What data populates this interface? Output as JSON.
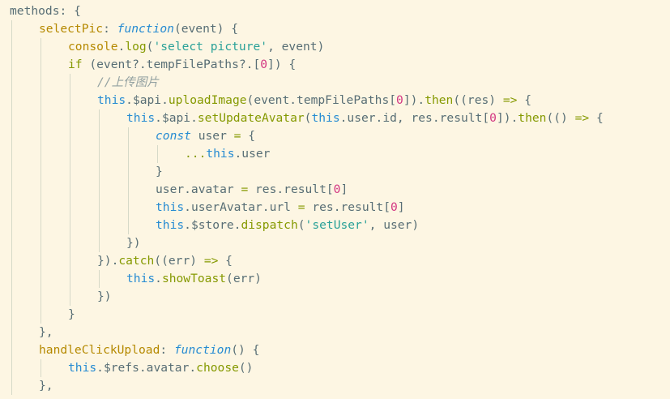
{
  "editor": {
    "colors": {
      "background": "#fdf6e3",
      "plain": "#586e75",
      "property": "#b58900",
      "keyword": "#268bd2",
      "control": "#859900",
      "string": "#2aa198",
      "number": "#d33682",
      "comment": "#93a1a1"
    },
    "lines": [
      {
        "indent": 0,
        "tokens": [
          {
            "t": "methods: {",
            "k": "plain"
          }
        ]
      },
      {
        "indent": 1,
        "tokens": [
          {
            "t": "selectPic",
            "k": "prop"
          },
          {
            "t": ": ",
            "k": "plain"
          },
          {
            "t": "function",
            "k": "keyword"
          },
          {
            "t": "(event) {",
            "k": "plain"
          }
        ]
      },
      {
        "indent": 2,
        "tokens": [
          {
            "t": "console",
            "k": "prop"
          },
          {
            "t": ".",
            "k": "plain"
          },
          {
            "t": "log",
            "k": "method"
          },
          {
            "t": "(",
            "k": "plain"
          },
          {
            "t": "'select picture'",
            "k": "string"
          },
          {
            "t": ", event)",
            "k": "plain"
          }
        ]
      },
      {
        "indent": 2,
        "tokens": [
          {
            "t": "if",
            "k": "kw"
          },
          {
            "t": " (event?.tempFilePaths?.[",
            "k": "plain"
          },
          {
            "t": "0",
            "k": "number"
          },
          {
            "t": "]) {",
            "k": "plain"
          }
        ]
      },
      {
        "indent": 3,
        "tokens": [
          {
            "t": "//上传图片",
            "k": "comment"
          }
        ]
      },
      {
        "indent": 3,
        "tokens": [
          {
            "t": "this",
            "k": "this"
          },
          {
            "t": ".$api.",
            "k": "plain"
          },
          {
            "t": "uploadImage",
            "k": "method"
          },
          {
            "t": "(event.tempFilePaths[",
            "k": "plain"
          },
          {
            "t": "0",
            "k": "number"
          },
          {
            "t": "]).",
            "k": "plain"
          },
          {
            "t": "then",
            "k": "method"
          },
          {
            "t": "((res) ",
            "k": "plain"
          },
          {
            "t": "=>",
            "k": "op"
          },
          {
            "t": " {",
            "k": "plain"
          }
        ]
      },
      {
        "indent": 4,
        "tokens": [
          {
            "t": "this",
            "k": "this"
          },
          {
            "t": ".$api.",
            "k": "plain"
          },
          {
            "t": "setUpdateAvatar",
            "k": "method"
          },
          {
            "t": "(",
            "k": "plain"
          },
          {
            "t": "this",
            "k": "this"
          },
          {
            "t": ".user.id, res.result[",
            "k": "plain"
          },
          {
            "t": "0",
            "k": "number"
          },
          {
            "t": "]).",
            "k": "plain"
          },
          {
            "t": "then",
            "k": "method"
          },
          {
            "t": "(() ",
            "k": "plain"
          },
          {
            "t": "=>",
            "k": "op"
          },
          {
            "t": " {",
            "k": "plain"
          }
        ]
      },
      {
        "indent": 5,
        "tokens": [
          {
            "t": "const",
            "k": "keyword"
          },
          {
            "t": " user ",
            "k": "plain"
          },
          {
            "t": "=",
            "k": "op"
          },
          {
            "t": " {",
            "k": "plain"
          }
        ]
      },
      {
        "indent": 6,
        "tokens": [
          {
            "t": "...",
            "k": "op"
          },
          {
            "t": "this",
            "k": "this"
          },
          {
            "t": ".user",
            "k": "plain"
          }
        ]
      },
      {
        "indent": 5,
        "tokens": [
          {
            "t": "}",
            "k": "plain"
          }
        ]
      },
      {
        "indent": 5,
        "tokens": [
          {
            "t": "user.avatar ",
            "k": "plain"
          },
          {
            "t": "=",
            "k": "op"
          },
          {
            "t": " res.result[",
            "k": "plain"
          },
          {
            "t": "0",
            "k": "number"
          },
          {
            "t": "]",
            "k": "plain"
          }
        ]
      },
      {
        "indent": 5,
        "tokens": [
          {
            "t": "this",
            "k": "this"
          },
          {
            "t": ".userAvatar.url ",
            "k": "plain"
          },
          {
            "t": "=",
            "k": "op"
          },
          {
            "t": " res.result[",
            "k": "plain"
          },
          {
            "t": "0",
            "k": "number"
          },
          {
            "t": "]",
            "k": "plain"
          }
        ]
      },
      {
        "indent": 5,
        "tokens": [
          {
            "t": "this",
            "k": "this"
          },
          {
            "t": ".$store.",
            "k": "plain"
          },
          {
            "t": "dispatch",
            "k": "method"
          },
          {
            "t": "(",
            "k": "plain"
          },
          {
            "t": "'setUser'",
            "k": "string"
          },
          {
            "t": ", user)",
            "k": "plain"
          }
        ]
      },
      {
        "indent": 4,
        "tokens": [
          {
            "t": "})",
            "k": "plain"
          }
        ]
      },
      {
        "indent": 3,
        "tokens": [
          {
            "t": "}).",
            "k": "plain"
          },
          {
            "t": "catch",
            "k": "method"
          },
          {
            "t": "((err) ",
            "k": "plain"
          },
          {
            "t": "=>",
            "k": "op"
          },
          {
            "t": " {",
            "k": "plain"
          }
        ]
      },
      {
        "indent": 4,
        "tokens": [
          {
            "t": "this",
            "k": "this"
          },
          {
            "t": ".",
            "k": "plain"
          },
          {
            "t": "showToast",
            "k": "method"
          },
          {
            "t": "(err)",
            "k": "plain"
          }
        ]
      },
      {
        "indent": 3,
        "tokens": [
          {
            "t": "})",
            "k": "plain"
          }
        ]
      },
      {
        "indent": 2,
        "tokens": [
          {
            "t": "}",
            "k": "plain"
          }
        ]
      },
      {
        "indent": 1,
        "tokens": [
          {
            "t": "},",
            "k": "plain"
          }
        ]
      },
      {
        "indent": 1,
        "tokens": [
          {
            "t": "handleClickUpload",
            "k": "prop"
          },
          {
            "t": ": ",
            "k": "plain"
          },
          {
            "t": "function",
            "k": "keyword"
          },
          {
            "t": "() {",
            "k": "plain"
          }
        ]
      },
      {
        "indent": 2,
        "tokens": [
          {
            "t": "this",
            "k": "this"
          },
          {
            "t": ".$refs.avatar.",
            "k": "plain"
          },
          {
            "t": "choose",
            "k": "method"
          },
          {
            "t": "()",
            "k": "plain"
          }
        ]
      },
      {
        "indent": 1,
        "tokens": [
          {
            "t": "},",
            "k": "plain"
          }
        ]
      }
    ]
  }
}
